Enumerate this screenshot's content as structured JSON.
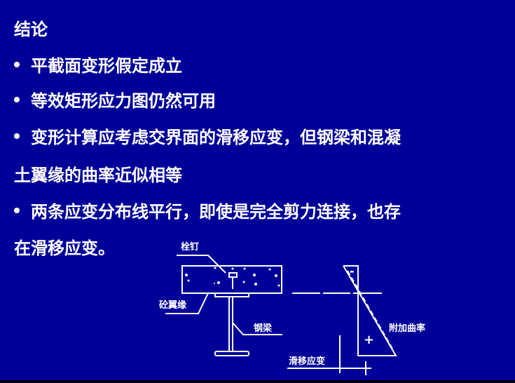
{
  "title": "结论",
  "bullets": [
    {
      "text": "平截面变形假定成立"
    },
    {
      "text": "等效矩形应力图仍然可用"
    },
    {
      "text": "变形计算应考虑交界面的滑移应变，但钢梁和混凝",
      "continuation": "土翼缘的曲率近似相等"
    },
    {
      "text": "两条应变分布线平行，即使是完全剪力连接，也存",
      "continuation": "在滑移应变。"
    }
  ],
  "diagram": {
    "labels": {
      "stud": "栓钉",
      "concrete_flange": "砼翼缘",
      "steel_beam": "钢梁",
      "additional_curvature": "附加曲率",
      "slip_strain": "滑移应变",
      "minus": "-",
      "plus": "+"
    }
  },
  "colors": {
    "background": "#000099",
    "foreground": "#ffffff"
  }
}
